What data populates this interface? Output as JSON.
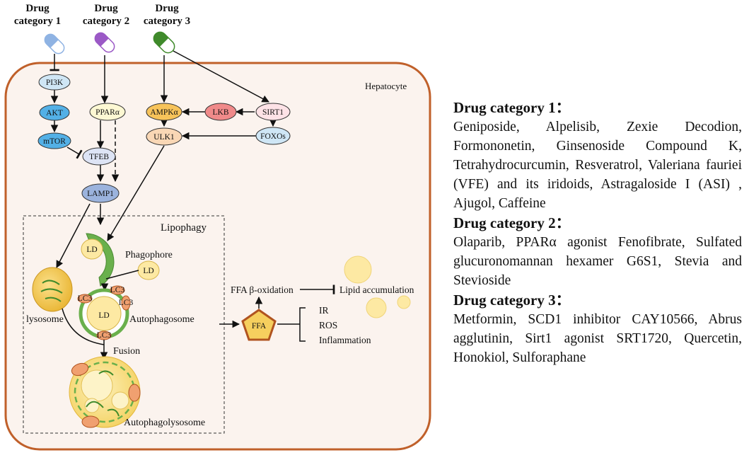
{
  "diagram": {
    "drug_tops": [
      {
        "line1": "Drug",
        "line2": "category 1",
        "color": "#8fb3e3"
      },
      {
        "line1": "Drug",
        "line2": "category 2",
        "color": "#9b59c6"
      },
      {
        "line1": "Drug",
        "line2": "category 3",
        "color": "#3f8a2b"
      }
    ],
    "cell_label": "Hepatocyte",
    "nodes": {
      "pi3k": "PI3K",
      "akt": "AKT",
      "mtor": "mTOR",
      "ppara": "PPARα",
      "tfeb": "TFEB",
      "lamp1": "LAMP1",
      "ampka": "AMPKα",
      "lkb": "LKB",
      "sirt1": "SIRT1",
      "ulk1": "ULK1",
      "foxos": "FOXOs"
    },
    "lipophagy": {
      "title": "Lipophagy",
      "ld": "LD",
      "phagophore": "Phagophore",
      "lysosome": "lysosome",
      "lc3": "LC3",
      "autophagosome": "Autophagosome",
      "fusion": "Fusion",
      "autophagolysosome": "Autophagolysosome"
    },
    "outcomes": {
      "ffa": "FFA",
      "ffa_beta_ox": "FFA β-oxidation",
      "lipid_accumulation": "Lipid accumulation",
      "ir": "IR",
      "ros": "ROS",
      "inflammation": "Inflammation"
    },
    "colors": {
      "cell_border": "#c0602a",
      "cell_fill": "#fbf3ee",
      "blue_node": "#53b0e6",
      "light_blue_node": "#cfe6f5",
      "lavender_node": "#dde4f5",
      "yellow_node": "#fdf8d3",
      "orange_node": "#f7c35a",
      "red_node": "#f08a8a",
      "peach_node": "#f9d7b5",
      "ld_yellow": "#fde9a3",
      "green": "#6ab04c",
      "ffa_fill": "#f6cf5e",
      "ffa_border": "#b0531f"
    }
  },
  "legend": {
    "categories": [
      {
        "title": "Drug category 1：",
        "drugs": "Geniposide, Alpelisib, Zexie Decodion, Formononetin, Ginsenoside Compound K, Tetrahydrocurcumin, Resveratrol, Valeriana fauriei (VFE) and its iridoids, Astragaloside I (ASI) , Ajugol, Caffeine"
      },
      {
        "title": "Drug category 2：",
        "drugs": "Olaparib, PPARα agonist Fenofibrate, Sulfated glucuronomannan hexamer G6S1, Stevia and Stevioside"
      },
      {
        "title": "Drug category 3：",
        "drugs": "Metformin, SCD1 inhibitor CAY10566, Abrus agglutinin, Sirt1 agonist SRT1720, Quercetin, Honokiol, Sulforaphane"
      }
    ]
  }
}
